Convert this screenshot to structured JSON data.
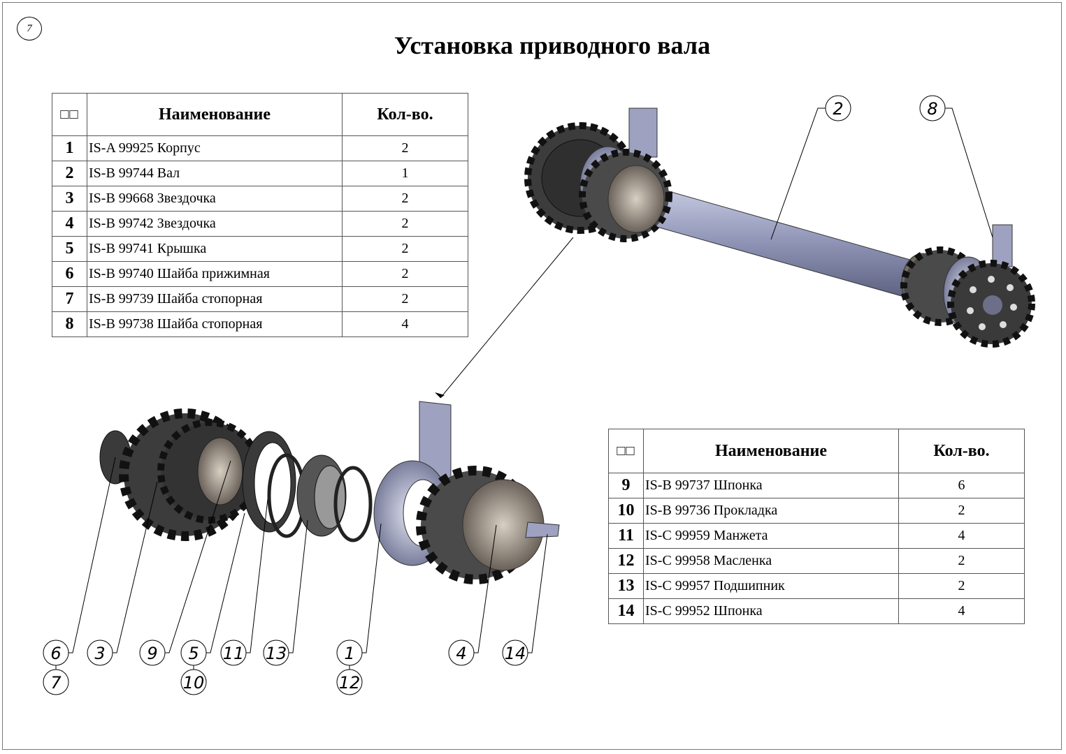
{
  "sheet_number": "7",
  "title": "Установка приводного вала",
  "table_headers": {
    "pos": "□□",
    "name": "Наименование",
    "qty": "Кол-во."
  },
  "parts_table_1": [
    {
      "pos": "1",
      "name": "IS-A 99925 Корпус",
      "qty": "2"
    },
    {
      "pos": "2",
      "name": "IS-B 99744 Вал",
      "qty": "1"
    },
    {
      "pos": "3",
      "name": "IS-B 99668 Звездочка",
      "qty": "2"
    },
    {
      "pos": "4",
      "name": "IS-B 99742 Звездочка",
      "qty": "2"
    },
    {
      "pos": "5",
      "name": "IS-B 99741 Крышка",
      "qty": "2"
    },
    {
      "pos": "6",
      "name": "IS-B 99740 Шайба прижимная",
      "qty": "2"
    },
    {
      "pos": "7",
      "name": "IS-B 99739 Шайба стопорная",
      "qty": "2"
    },
    {
      "pos": "8",
      "name": "IS-B 99738 Шайба стопорная",
      "qty": "4"
    }
  ],
  "parts_table_2": [
    {
      "pos": "9",
      "name": "IS-B 99737 Шпонка",
      "qty": "6"
    },
    {
      "pos": "10",
      "name": "IS-B 99736 Прокладка",
      "qty": "2"
    },
    {
      "pos": "11",
      "name": "IS-C 99959 Манжета",
      "qty": "4"
    },
    {
      "pos": "12",
      "name": "IS-C 99958 Масленка",
      "qty": "2"
    },
    {
      "pos": "13",
      "name": "IS-C 99957 Подшипник",
      "qty": "2"
    },
    {
      "pos": "14",
      "name": "IS-C 99952 Шпонка",
      "qty": "4"
    }
  ],
  "balloons": {
    "b2": "2",
    "b8": "8",
    "b6": "6",
    "b7": "7",
    "b3": "3",
    "b9": "9",
    "b5": "5",
    "b10": "10",
    "b11": "11",
    "b13": "13",
    "b1": "1",
    "b12": "12",
    "b4": "4",
    "b14": "14"
  }
}
